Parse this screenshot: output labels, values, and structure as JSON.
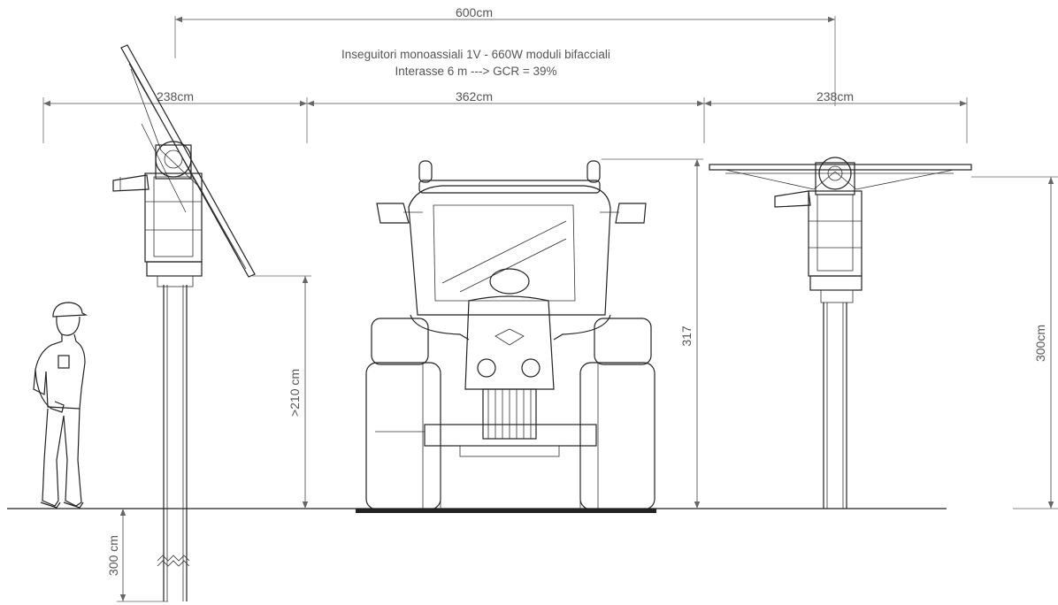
{
  "caption": {
    "line1": "Inseguitori monoassiali 1V - 660W moduli bifacciali",
    "line2": "Interasse 6 m ---> GCR = 39%"
  },
  "dimensions": {
    "top_span": "600cm",
    "left_span": "238cm",
    "middle_span": "362cm",
    "right_span": "238cm",
    "clearance": ">210 cm",
    "tractor_height": "317",
    "right_height": "300cm",
    "pile_depth": "300 cm"
  },
  "colors": {
    "lines": "#222222",
    "dimension_lines": "#777777",
    "text": "#555555"
  }
}
